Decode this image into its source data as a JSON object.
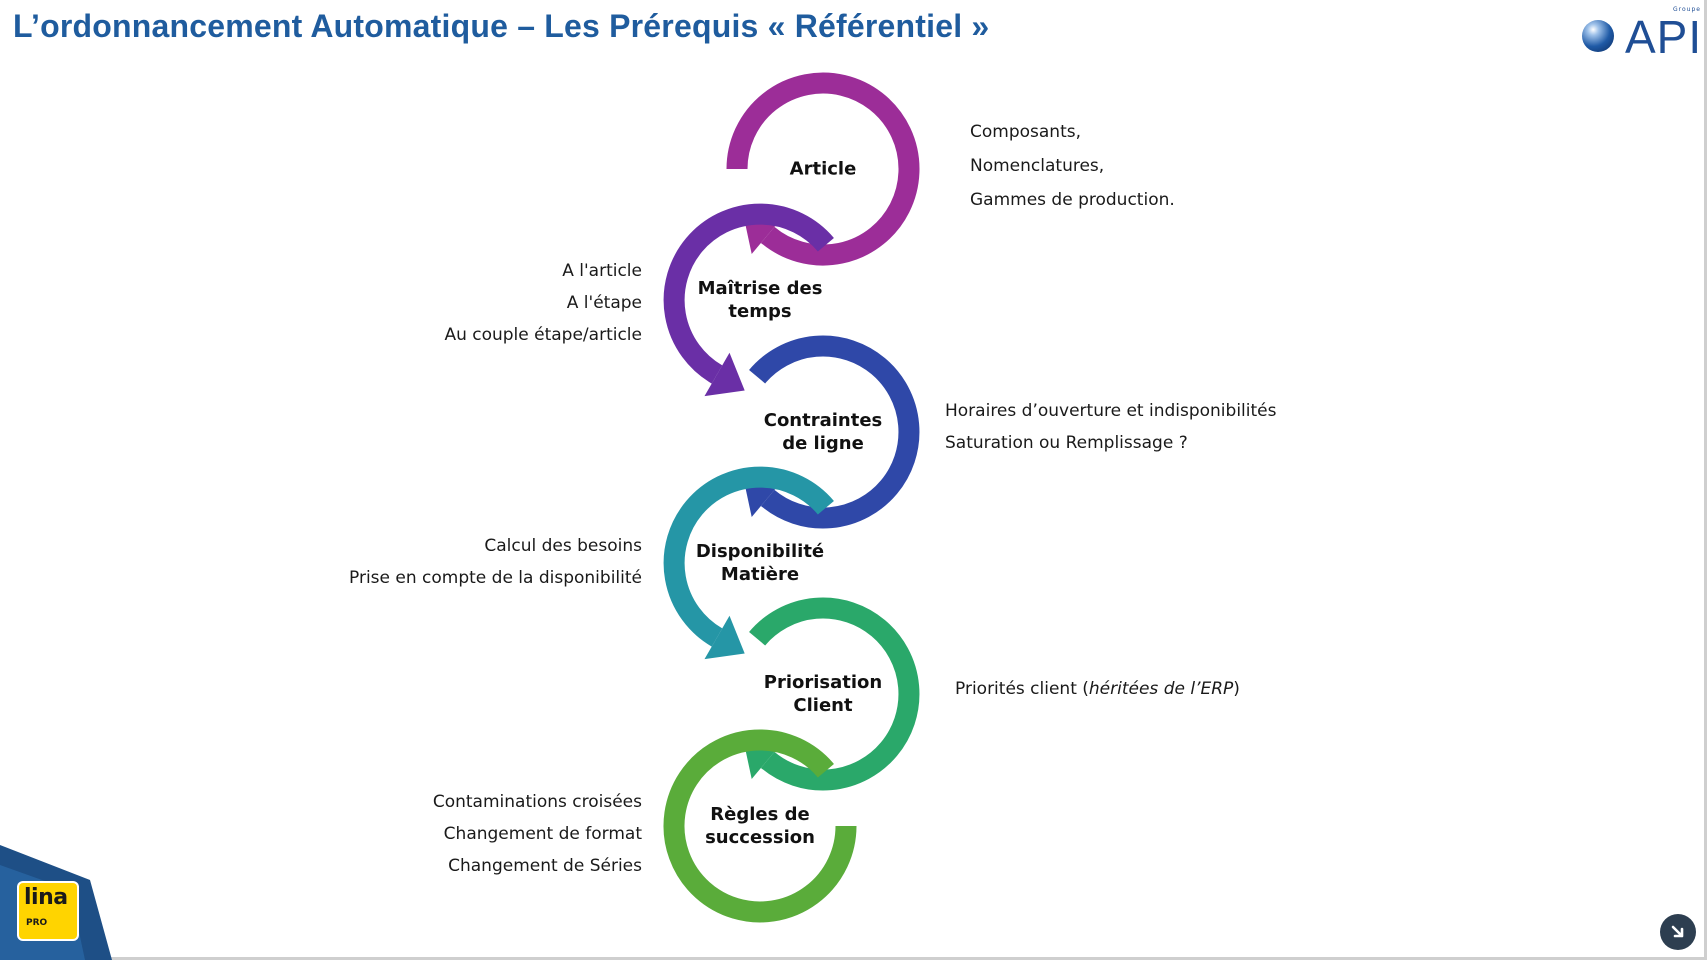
{
  "slide": {
    "title": "L’ordonnancement Automatique – Les Prérequis « Référentiel »"
  },
  "logo": {
    "text": "API",
    "tagline": "Groupe"
  },
  "colors": {
    "title": "#1f5c9e",
    "steps": [
      "#9c2d98",
      "#6a2fa6",
      "#2f48a8",
      "#2596a6",
      "#2aa86a",
      "#5aac3a"
    ]
  },
  "steps": [
    {
      "line1": "Article",
      "line2": ""
    },
    {
      "line1": "Maîtrise des",
      "line2": "temps"
    },
    {
      "line1": "Contraintes",
      "line2": "de ligne"
    },
    {
      "line1": "Disponibilité",
      "line2": "Matière"
    },
    {
      "line1": "Priorisation",
      "line2": "Client"
    },
    {
      "line1": "Règles de",
      "line2": "succession"
    }
  ],
  "notes": {
    "article": [
      "Composants,",
      "Nomenclatures,",
      "Gammes de production."
    ],
    "maitrise": [
      "A l'article",
      "A l'étape",
      "Au couple étape/article"
    ],
    "contraintes": [
      "Horaires d’ouverture et indisponibilités",
      "Saturation ou Remplissage ?"
    ],
    "disponibilite": [
      "Calcul des besoins",
      "Prise en compte de la disponibilité"
    ],
    "priorisation": {
      "prefix": "Priorités client (",
      "italic": "héritées de l’ERP",
      "suffix": ")"
    },
    "regles": [
      "Contaminations croisées",
      "Changement de format",
      "Changement de Séries"
    ]
  },
  "lina_badge": {
    "text": "lina",
    "sub": "PRO"
  },
  "icons": {
    "nav": "arrow-down-right-icon"
  }
}
